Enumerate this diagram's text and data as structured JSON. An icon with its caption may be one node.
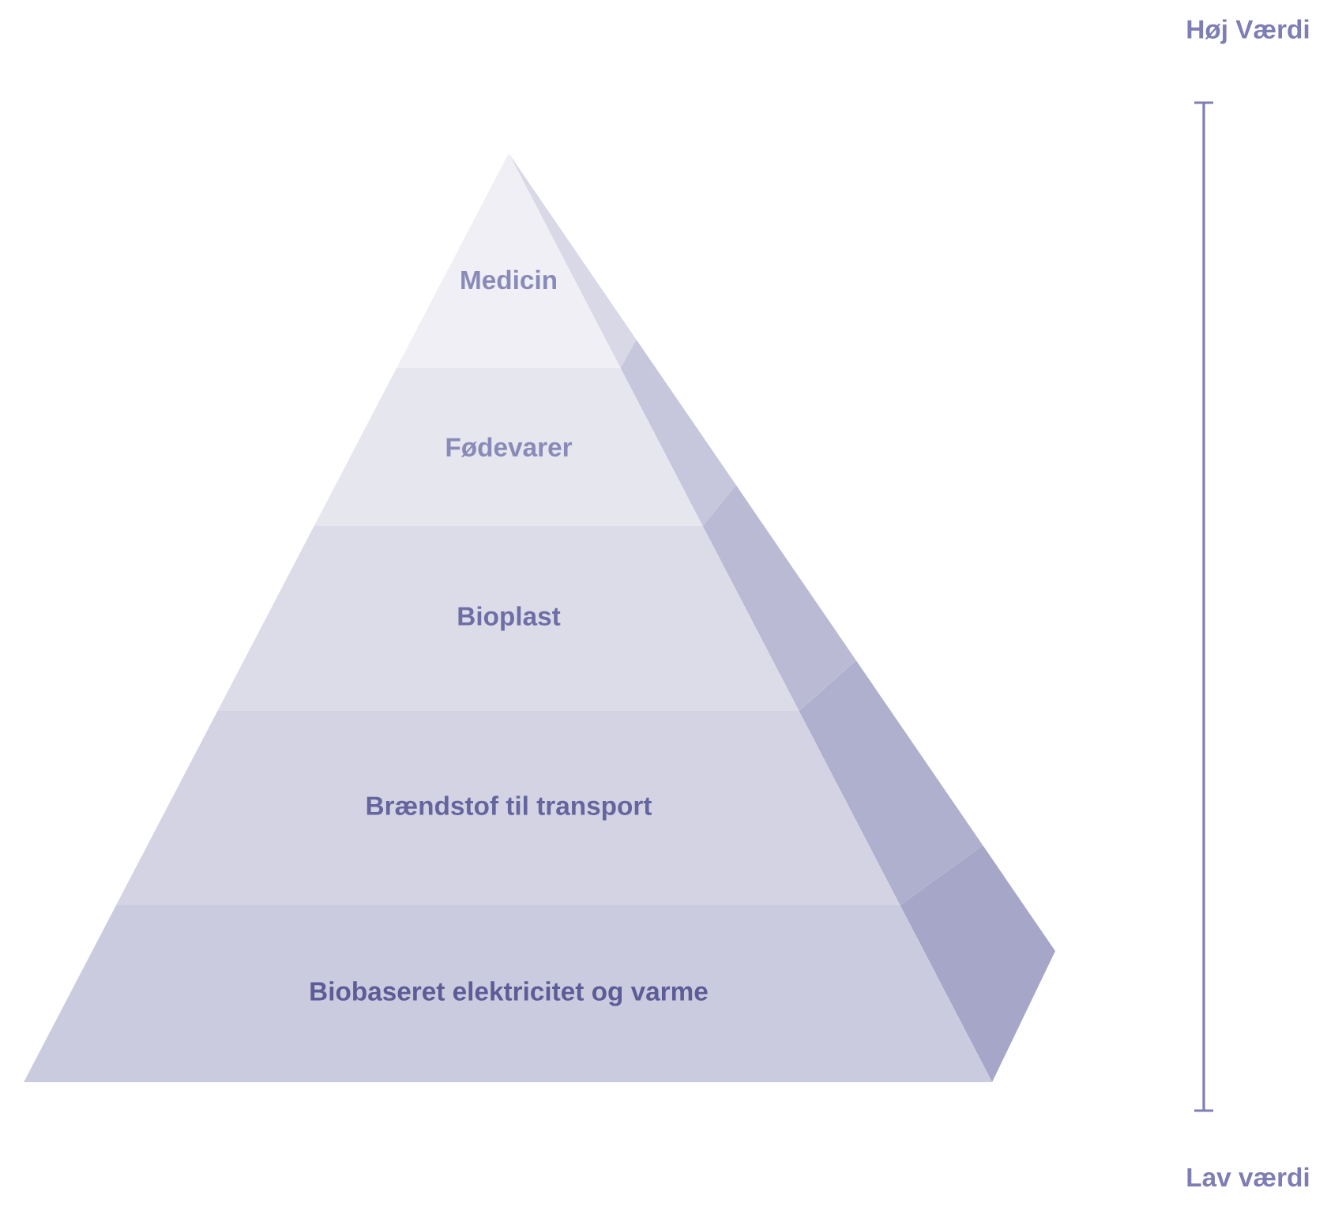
{
  "diagram": {
    "nodes": [
      {
        "text": [
          "Medicin"
        ]
      },
      {
        "text": [
          "Fødevarer"
        ]
      },
      {
        "text": [
          "Bioplast"
        ]
      },
      {
        "text": [
          "Brændstof til transport"
        ]
      },
      {
        "text": [
          "Biobaseret elektricitet og varme"
        ]
      }
    ],
    "labels": [
      "Høj Værdi",
      "Lav værdi"
    ]
  }
}
